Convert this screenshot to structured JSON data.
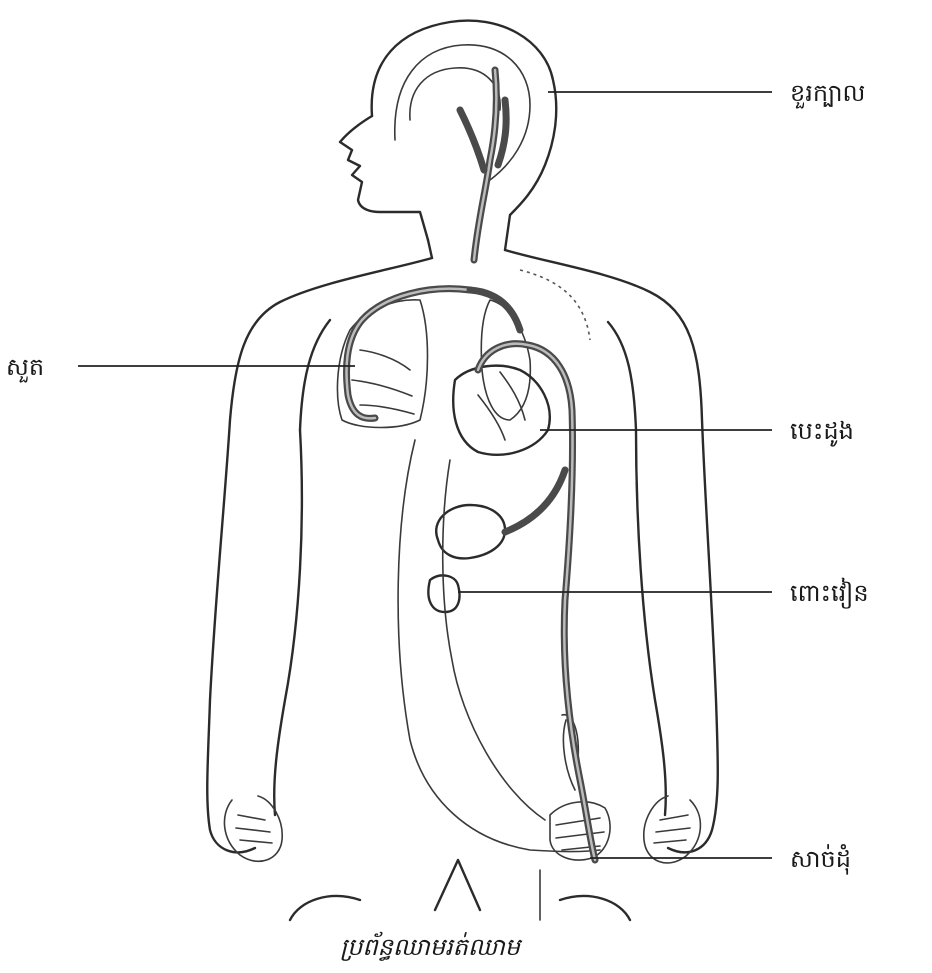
{
  "labels": {
    "brain": "ខួរក្បាល",
    "lungs": "សួត",
    "heart": "បេះដូង",
    "liver": "ពោះវៀន",
    "intestine": "សាច់ដុំ"
  },
  "caption": "ប្រព័ន្ធឈាមរត់ឈាម"
}
